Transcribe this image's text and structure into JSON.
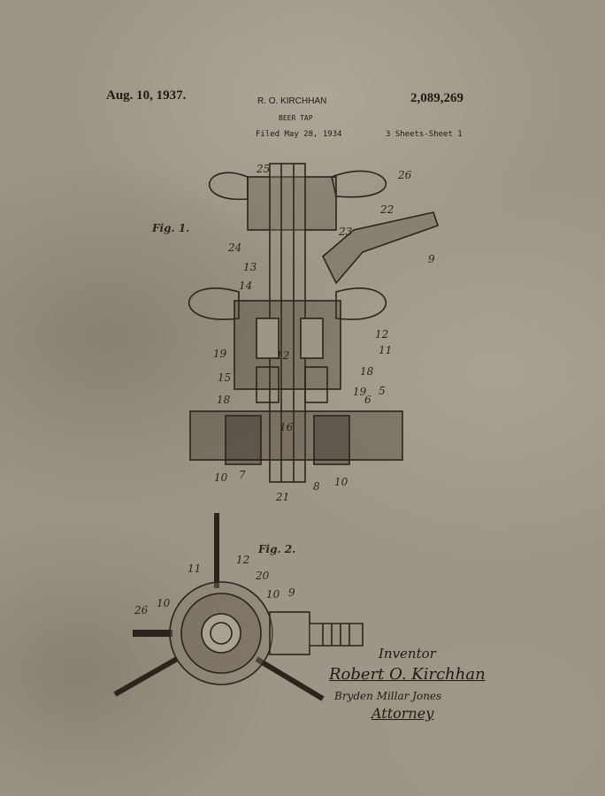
{
  "header": {
    "date": "Aug. 10, 1937.",
    "inventor_name": "R. O. KIRCHHAN",
    "patent_number": "2,089,269",
    "title": "BEER TAP",
    "filed": "Filed May 28, 1934",
    "sheets": "3 Sheets-Sheet 1"
  },
  "figures": {
    "fig1": "Fig. 1.",
    "fig2": "Fig. 2."
  },
  "fig1_labels": [
    "25",
    "26",
    "22",
    "23",
    "24",
    "9",
    "13",
    "14",
    "12",
    "11",
    "19",
    "12",
    "18",
    "15",
    "18",
    "19",
    "6",
    "5",
    "16",
    "10",
    "7",
    "21",
    "8",
    "10"
  ],
  "fig2_labels": [
    "11",
    "12",
    "20",
    "10",
    "9",
    "26",
    "10"
  ],
  "signature": {
    "inventor_label": "Inventor",
    "inventor": "Robert O. Kirchhan",
    "attorney_signature": "Bryden Millar Jones",
    "attorney_label": "Attorney"
  },
  "colors": {
    "paper": "#9c9686",
    "ink": "#2a241c"
  }
}
